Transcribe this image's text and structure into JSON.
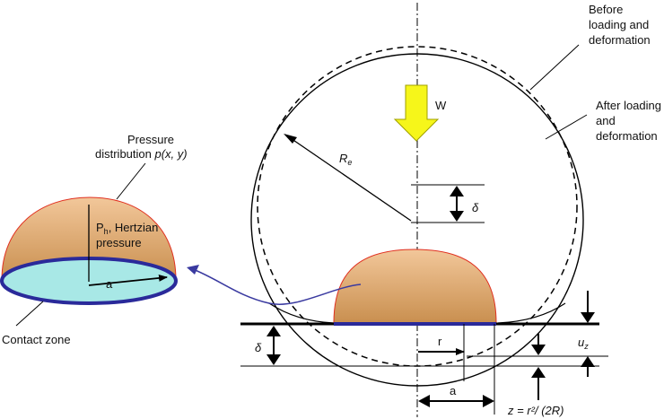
{
  "labels": {
    "before": [
      "Before",
      "loading and",
      "deformation"
    ],
    "after": [
      "After loading",
      "and",
      "deformation"
    ],
    "load": "W",
    "radius": "R",
    "radius_sub": "e",
    "delta": "δ",
    "pressure_dist_line1": "Pressure",
    "pressure_dist_line2_prefix": "distribution ",
    "pressure_dist_line2_func": "p(x, y)",
    "hertz_p": "P",
    "hertz_sub": "h",
    "hertz_rest": ", Hertzian",
    "hertz_line2": "pressure",
    "contact_zone": "Contact zone",
    "a": "a",
    "r": "r",
    "uz": "u",
    "uz_sub": "z",
    "z_formula": "z = r²/ (2R)"
  },
  "colors": {
    "pressure_top": "#f2c79a",
    "pressure_bottom": "#c98f4f",
    "pressure_edge": "#e03020",
    "contact_fill": "#a8e8e6",
    "contact_edge": "#2a2a9a",
    "arrow_fill": "#f6f61a",
    "arrow_stroke": "#a0a000",
    "pointer_curve": "#3a3aa0"
  }
}
